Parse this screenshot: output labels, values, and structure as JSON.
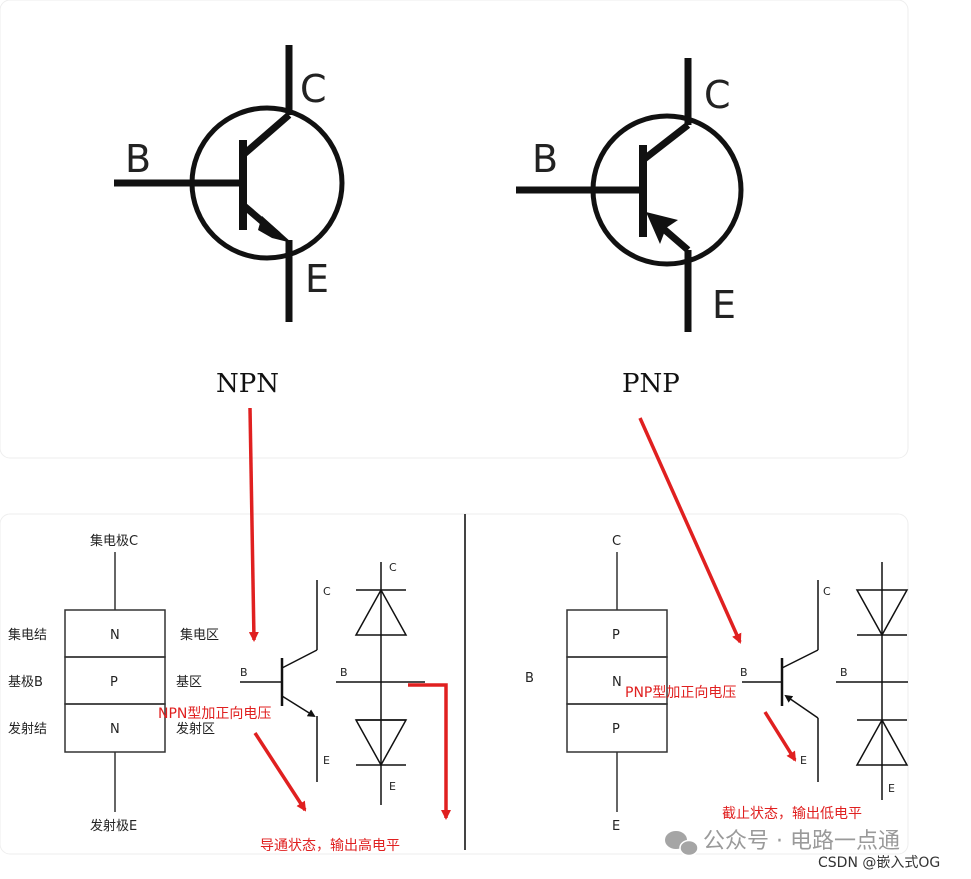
{
  "top": {
    "npn": {
      "c": "C",
      "b": "B",
      "e": "E",
      "caption": "NPN"
    },
    "pnp": {
      "c": "C",
      "b": "B",
      "e": "E",
      "caption": "PNP"
    }
  },
  "npn_structure": {
    "collector_label": "集电极C",
    "emitter_label": "发射极E",
    "layers": [
      "N",
      "P",
      "N"
    ],
    "left_labels": [
      "集电结",
      "基极B",
      "发射结"
    ],
    "right_labels": [
      "集电区",
      "基区",
      "发射区"
    ]
  },
  "npn_symbol": {
    "c": "C",
    "b": "B",
    "e": "E"
  },
  "npn_diodes": {
    "c": "C",
    "b": "B",
    "e": "E"
  },
  "pnp_structure": {
    "collector_label": "C",
    "base_label": "B",
    "emitter_label": "E",
    "layers": [
      "P",
      "N",
      "P"
    ]
  },
  "pnp_symbol": {
    "c": "C",
    "b": "B",
    "e": "E"
  },
  "pnp_diodes": {
    "b": "B",
    "e": "E"
  },
  "annotations": {
    "npn_voltage": "NPN型加正向电压",
    "npn_state": "导通状态，输出高电平",
    "pnp_voltage": "PNP型加正向电压",
    "pnp_state": "截止状态，输出低电平"
  },
  "watermark": {
    "account": "公众号 · 电路一点通",
    "csdn": "CSDN @嵌入式OG"
  },
  "colors": {
    "annotation_red": "#e02020",
    "line": "#111111"
  }
}
